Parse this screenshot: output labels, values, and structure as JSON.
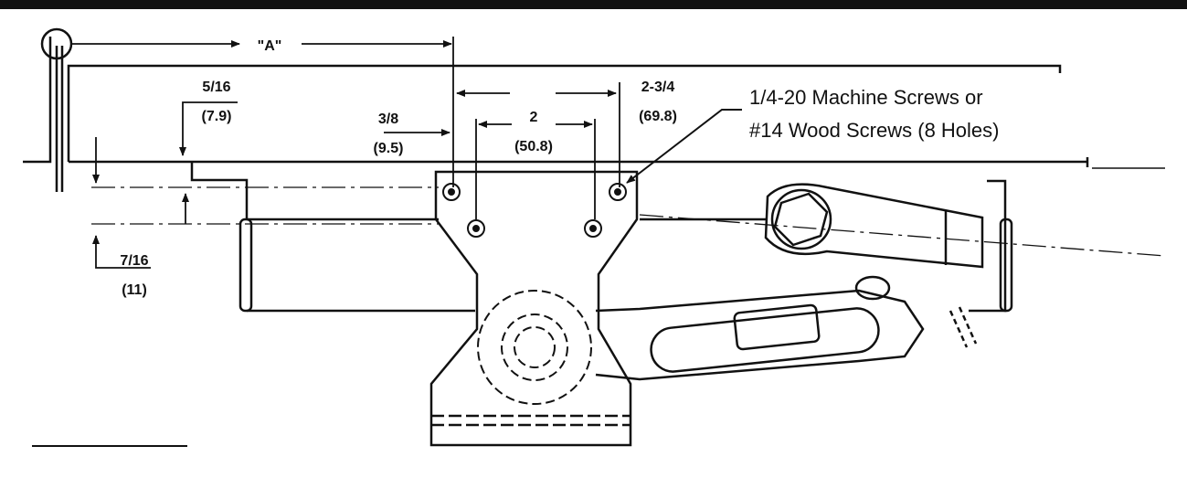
{
  "dimensions": {
    "a_label": "\"A\"",
    "d1_frac": "5/16",
    "d1_mm": "(7.9)",
    "d2_frac": "3/8",
    "d2_mm": "(9.5)",
    "d3_frac": "2",
    "d3_mm": "(50.8)",
    "d4_frac": "2-3/4",
    "d4_mm": "(69.8)",
    "d5_frac": "7/16",
    "d5_mm": "(11)"
  },
  "note": {
    "line1": "1/4-20 Machine Screws or",
    "line2": "#14 Wood Screws (8 Holes)"
  },
  "colors": {
    "ink": "#111111",
    "paper": "#ffffff"
  }
}
